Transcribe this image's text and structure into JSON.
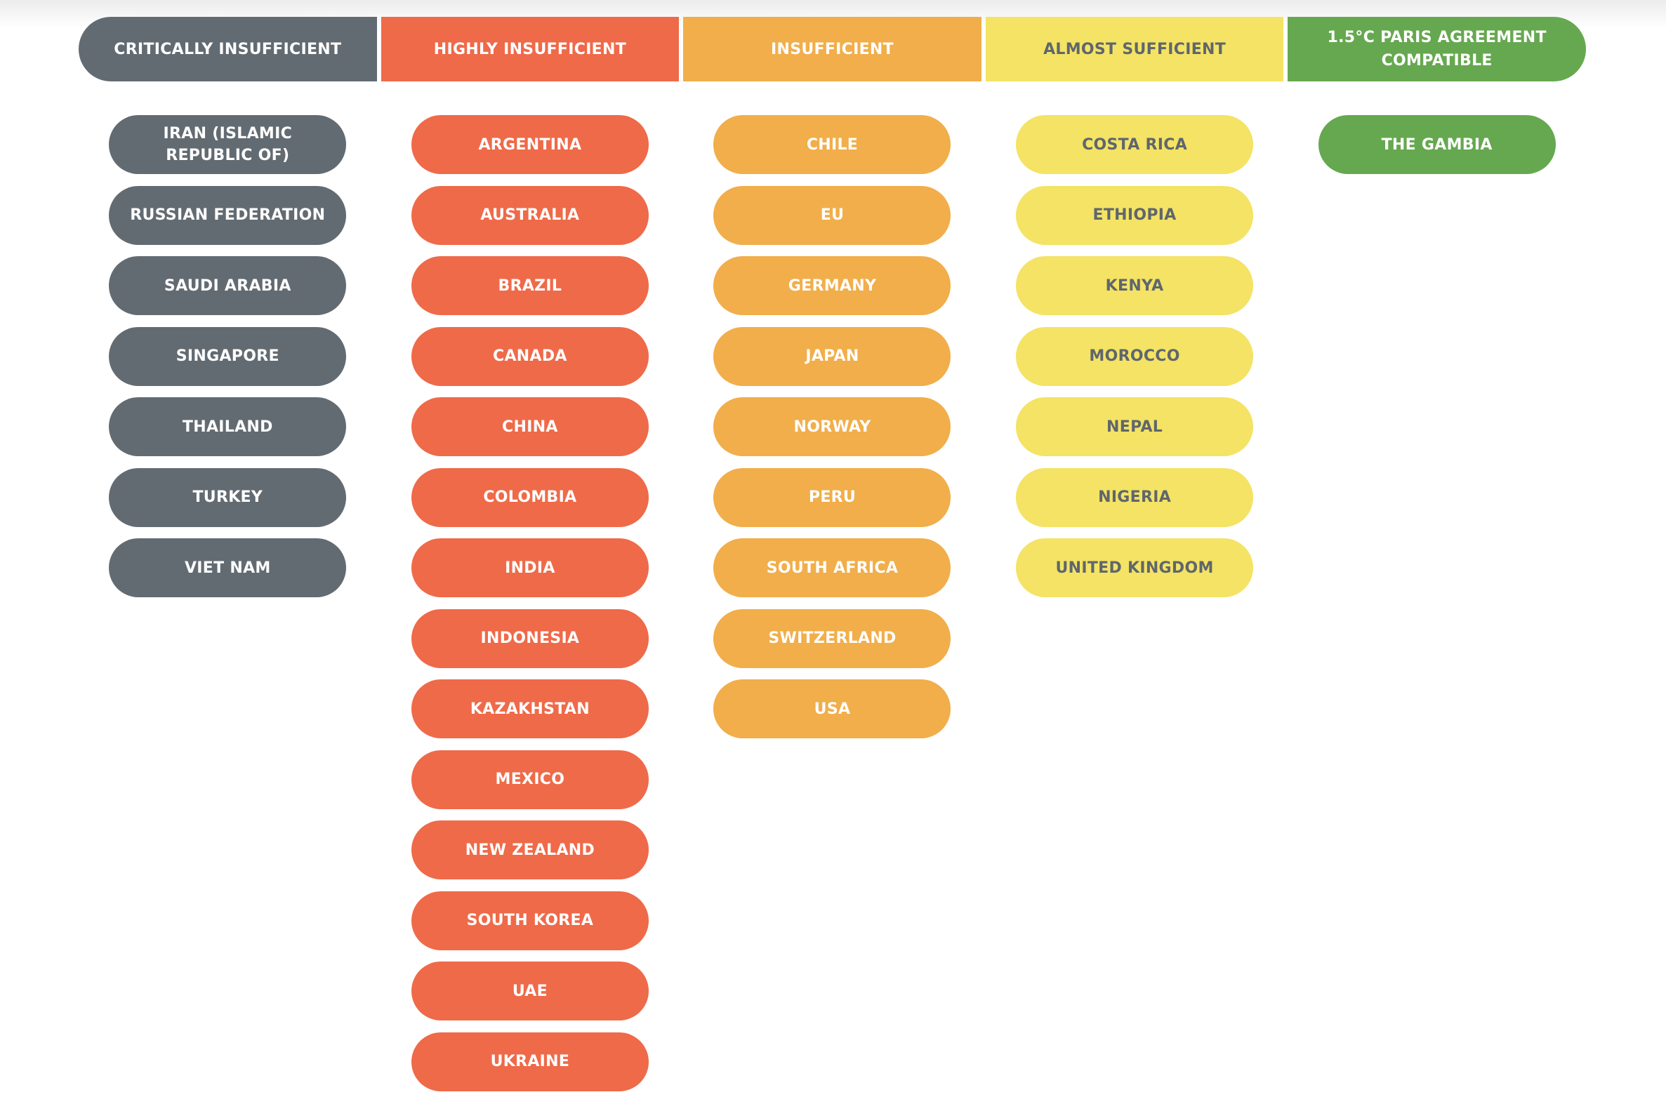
{
  "categories": [
    {
      "label": "CRITICALLY INSUFFICIENT",
      "color": "#636b72",
      "text_color": "#ffffff",
      "countries": [
        "IRAN (ISLAMIC REPUBLIC OF)",
        "RUSSIAN FEDERATION",
        "SAUDI ARABIA",
        "SINGAPORE",
        "THAILAND",
        "TURKEY",
        "VIET NAM"
      ]
    },
    {
      "label": "HIGHLY INSUFFICIENT",
      "color": "#ef6a49",
      "text_color": "#ffffff",
      "countries": [
        "ARGENTINA",
        "AUSTRALIA",
        "BRAZIL",
        "CANADA",
        "CHINA",
        "COLOMBIA",
        "INDIA",
        "INDONESIA",
        "KAZAKHSTAN",
        "MEXICO",
        "NEW ZEALAND",
        "SOUTH KOREA",
        "UAE",
        "UKRAINE"
      ]
    },
    {
      "label": "INSUFFICIENT",
      "color": "#f1ae4a",
      "text_color": "#ffffff",
      "countries": [
        "CHILE",
        "EU",
        "GERMANY",
        "JAPAN",
        "NORWAY",
        "PERU",
        "SOUTH AFRICA",
        "SWITZERLAND",
        "USA"
      ]
    },
    {
      "label": "ALMOST SUFFICIENT",
      "color": "#f4e364",
      "text_color": "#5f666d",
      "countries": [
        "COSTA RICA",
        "ETHIOPIA",
        "KENYA",
        "MOROCCO",
        "NEPAL",
        "NIGERIA",
        "UNITED KINGDOM"
      ]
    },
    {
      "label": "1.5°C PARIS AGREEMENT COMPATIBLE",
      "color": "#66a850",
      "text_color": "#ffffff",
      "countries": [
        "THE GAMBIA"
      ]
    }
  ]
}
